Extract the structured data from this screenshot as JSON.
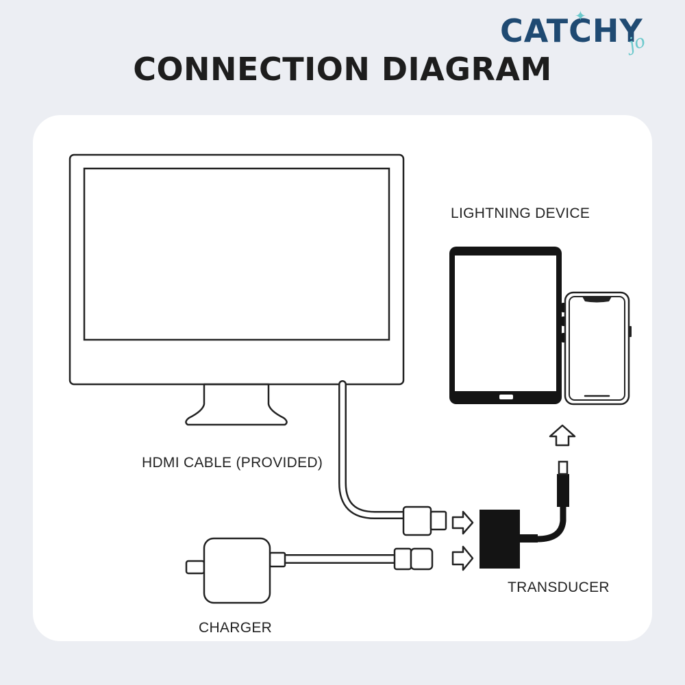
{
  "brand": {
    "name": "CATCHY",
    "script": "jo",
    "colors": {
      "primary": "#1f4a72",
      "accent": "#6cc9cc"
    }
  },
  "title": "CONNECTION DIAGRAM",
  "labels": {
    "lightning_device": "LIGHTNING DEVICE",
    "hdmi_cable": "HDMI CABLE (PROVIDED)",
    "transducer": "TRANSDUCER",
    "charger": "CHARGER"
  },
  "icons": [
    "monitor-icon",
    "tablet-icon",
    "phone-icon",
    "arrow-up-icon",
    "lightning-connector-icon",
    "arrow-right-icon",
    "hdmi-connector-icon",
    "usb-connector-icon",
    "transducer-icon",
    "charger-icon"
  ]
}
